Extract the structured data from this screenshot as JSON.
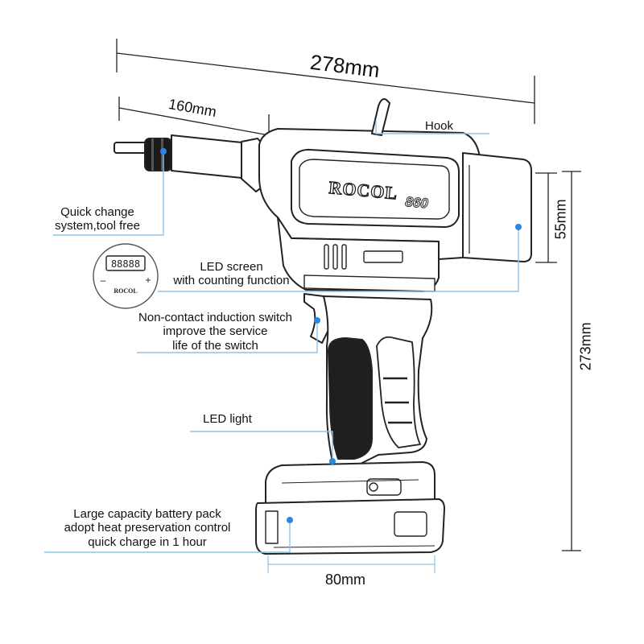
{
  "dimensions": {
    "total_length": "278mm",
    "nose_length": "160mm",
    "head_diameter": "55mm",
    "total_height": "273mm",
    "battery_width": "80mm"
  },
  "brand": {
    "logo_text": "ROCOL",
    "model": "860",
    "screen_logo": "ROCOL"
  },
  "callouts": {
    "hook": "Hook",
    "quick_change_line1": "Quick change",
    "quick_change_line2": "system,tool free",
    "led_screen_line1": "LED screen",
    "led_screen_line2": "with counting function",
    "switch_line1": "Non-contact induction switch",
    "switch_line2": "improve the service",
    "switch_line3": "life of the switch",
    "led_light": "LED light",
    "battery_line1": "Large capacity battery pack",
    "battery_line2": "adopt heat preservation control",
    "battery_line3": "quick charge in 1 hour"
  },
  "screen_inset": {
    "digits": "88888",
    "minus": "–",
    "plus": "+"
  },
  "colors": {
    "leader_line": "#8ec3e8",
    "dot": "#2e86de",
    "outline": "#222222"
  }
}
